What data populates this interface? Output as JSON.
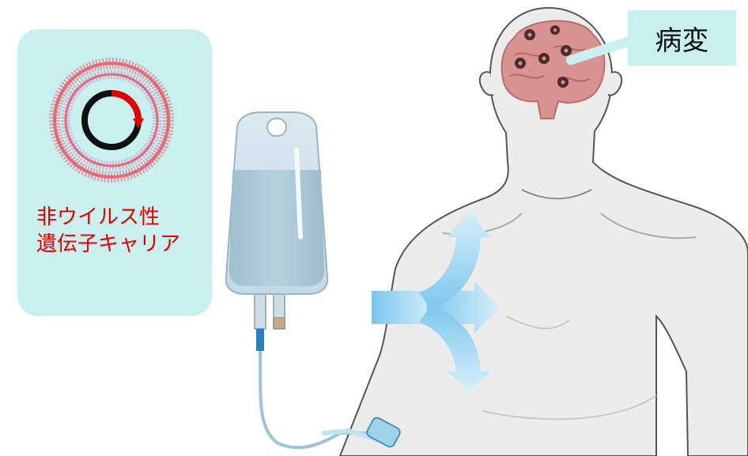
{
  "carrier": {
    "line1": "非ウイルス性",
    "line2": "遺伝子キャリア"
  },
  "lesion": {
    "label": "病変"
  },
  "colors": {
    "callout_bg": "#c9efef",
    "carrier_text": "#e30000",
    "arrow": "#8fd0ef",
    "skin": "#ececec",
    "brain": "#d8928f"
  },
  "icons": [
    "plasmid-ring-icon",
    "iv-bag-icon",
    "human-silhouette-icon",
    "brain-icon",
    "flow-arrow-icon"
  ]
}
